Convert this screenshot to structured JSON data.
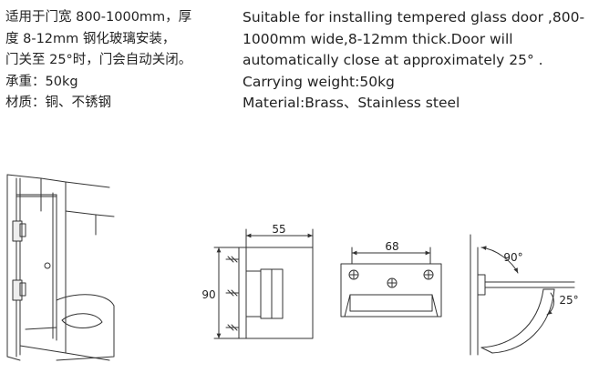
{
  "spec_cn": {
    "lines": [
      "适用于门宽 800-1000mm，厚",
      "度 8-12mm 钢化玻璃安装，",
      "门关至 25°时，门会自动关闭。",
      "承重：50kg",
      "材质：铜、不锈钢"
    ]
  },
  "spec_en": {
    "lines": [
      "Suitable for installing tempered glass door ,800-",
      "1000mm wide,8-12mm thick.Door will",
      "automatically close at approximately 25° .",
      "Carrying weight:50kg",
      "Material:Brass、Stainless steel"
    ]
  },
  "diagram": {
    "side_width_label": "55",
    "side_height_label": "90",
    "top_width_label": "68",
    "open_angle_label": "90°",
    "close_angle_label": "25°"
  }
}
